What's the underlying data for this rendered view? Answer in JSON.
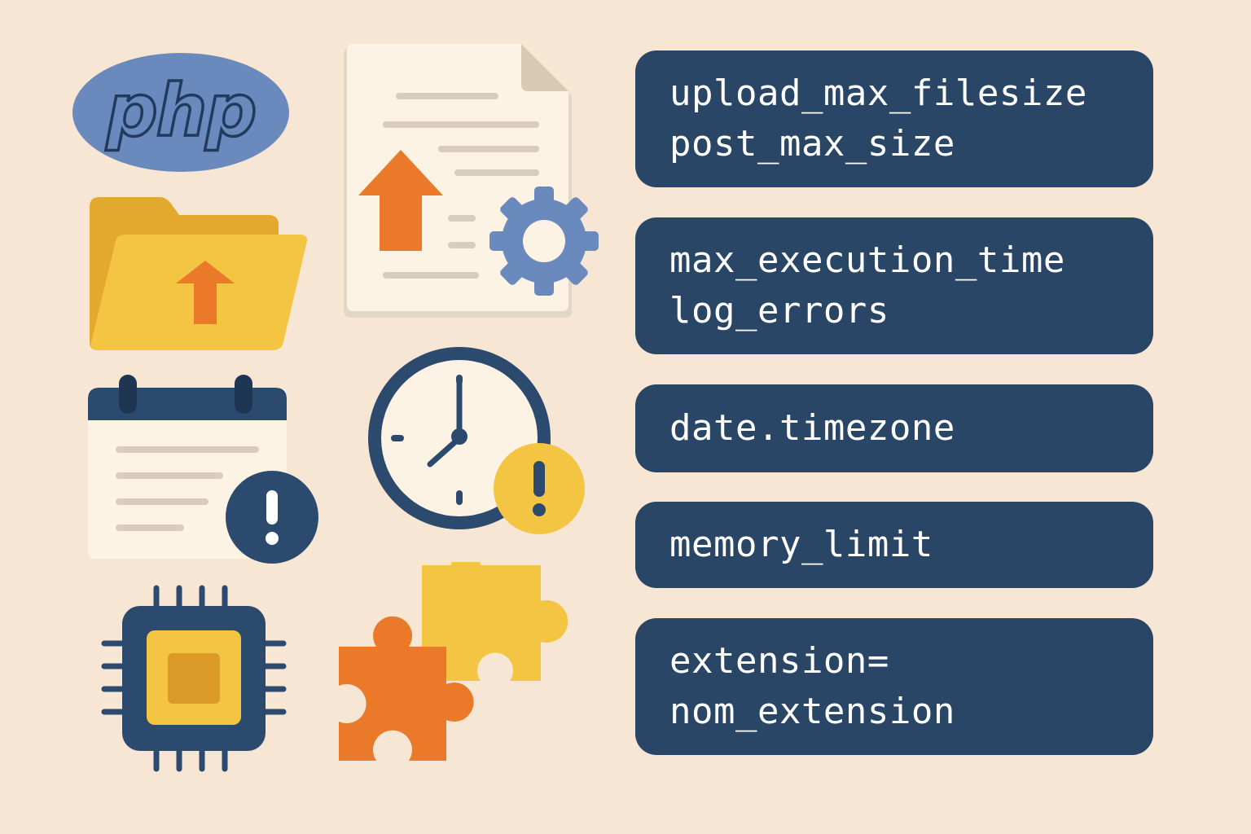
{
  "logo": {
    "text": "php"
  },
  "colors": {
    "background": "#f7e6d4",
    "card": "#2a4666",
    "card_text": "#ffffff",
    "php_blue": "#6a89bd",
    "folder_yellow": "#f4c542",
    "accent_orange": "#ea7a2a",
    "navy": "#2c4a6e"
  },
  "icons": [
    "php-logo-icon",
    "folder-upload-icon",
    "document-upload-settings-icon",
    "calendar-alert-icon",
    "clock-alert-icon",
    "cpu-chip-icon",
    "puzzle-pieces-icon"
  ],
  "directives": [
    {
      "lines": [
        "upload_max_filesize",
        "post_max_size"
      ]
    },
    {
      "lines": [
        "max_execution_time",
        "log_errors"
      ]
    },
    {
      "lines": [
        "date.timezone"
      ]
    },
    {
      "lines": [
        "memory_limit"
      ]
    },
    {
      "lines": [
        "extension=",
        "nom_extension"
      ]
    }
  ]
}
